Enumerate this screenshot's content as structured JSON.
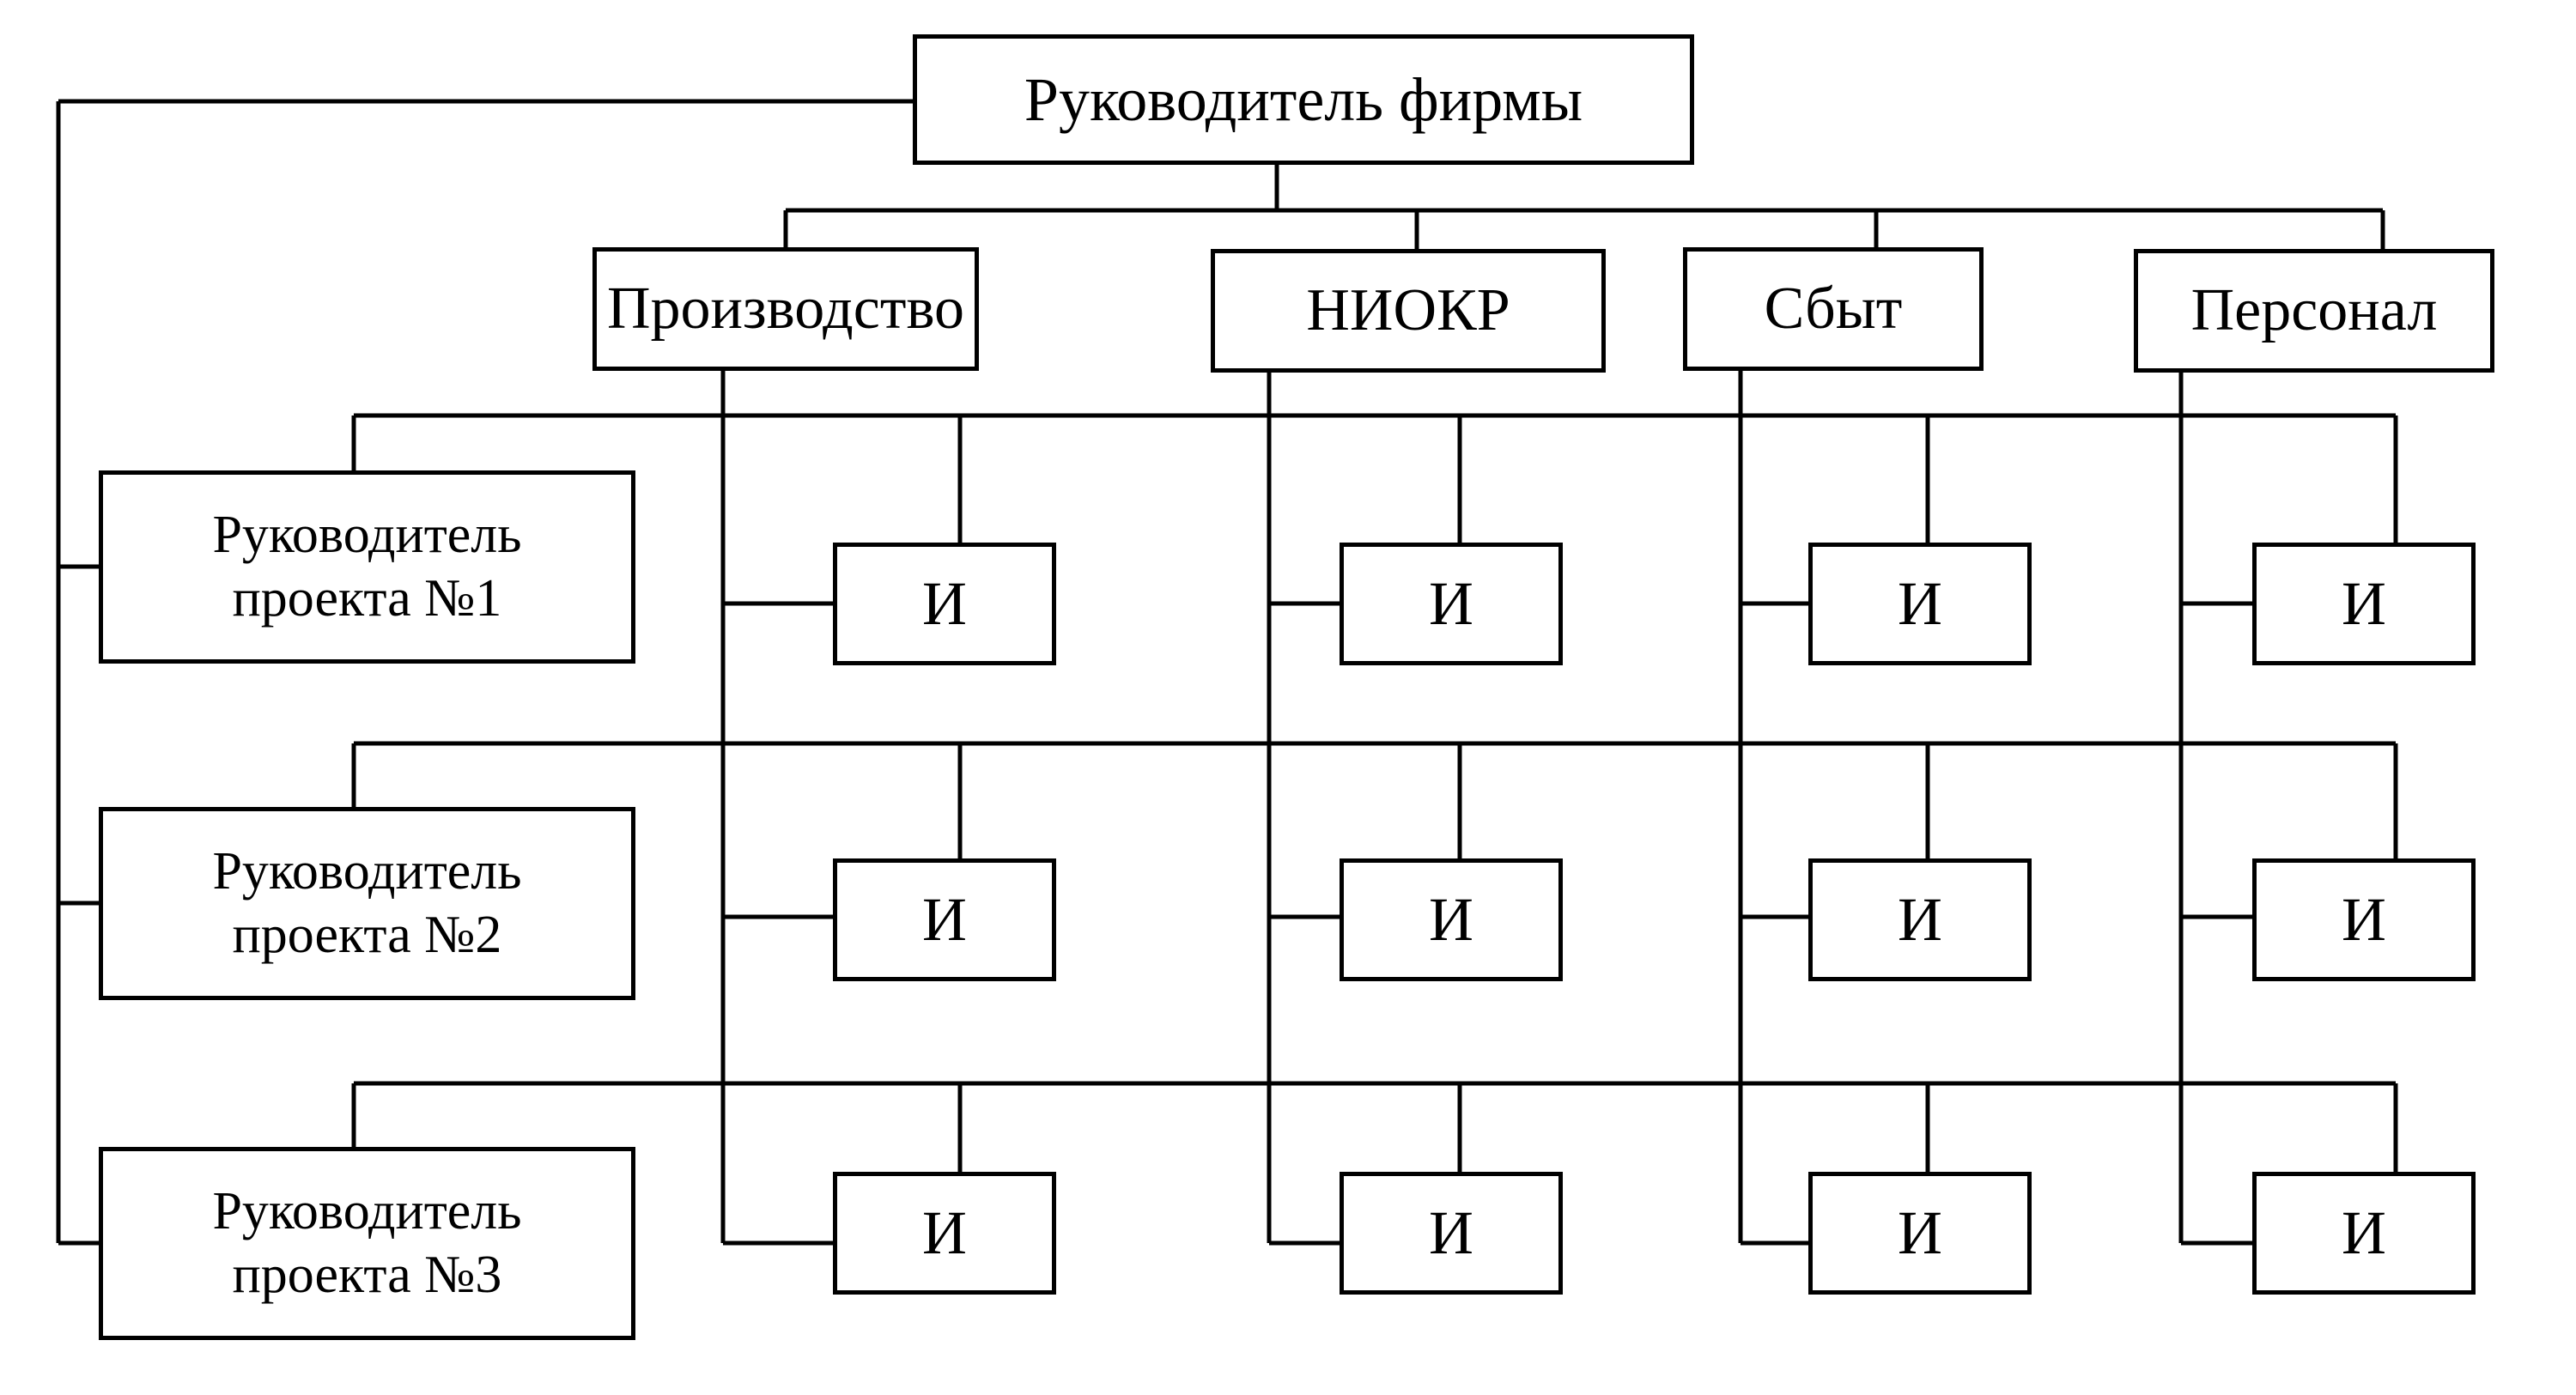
{
  "diagram": {
    "kind": "matrix-organizational-structure",
    "language": "ru",
    "background_color": "#ffffff",
    "line_color": "#000000",
    "box_fill_color": "#ffffff"
  },
  "executive": {
    "label": "Руководитель фирмы"
  },
  "departments": [
    {
      "label": "Производство"
    },
    {
      "label": "НИОКР"
    },
    {
      "label": "Сбыт"
    },
    {
      "label": "Персонал"
    }
  ],
  "projects": [
    {
      "label": "Руководитель\nпроекта №1"
    },
    {
      "label": "Руководитель\nпроекта №2"
    },
    {
      "label": "Руководитель\nпроекта №3"
    }
  ],
  "performer_label": "И",
  "performers": [
    {
      "project": "Руководитель проекта №1",
      "department": "Производство",
      "label": "И"
    },
    {
      "project": "Руководитель проекта №1",
      "department": "НИОКР",
      "label": "И"
    },
    {
      "project": "Руководитель проекта №1",
      "department": "Сбыт",
      "label": "И"
    },
    {
      "project": "Руководитель проекта №1",
      "department": "Персонал",
      "label": "И"
    },
    {
      "project": "Руководитель проекта №2",
      "department": "Производство",
      "label": "И"
    },
    {
      "project": "Руководитель проекта №2",
      "department": "НИОКР",
      "label": "И"
    },
    {
      "project": "Руководитель проекта №2",
      "department": "Сбыт",
      "label": "И"
    },
    {
      "project": "Руководитель проекта №2",
      "department": "Персонал",
      "label": "И"
    },
    {
      "project": "Руководитель проекта №3",
      "department": "Производство",
      "label": "И"
    },
    {
      "project": "Руководитель проекта №3",
      "department": "НИОКР",
      "label": "И"
    },
    {
      "project": "Руководитель проекта №3",
      "department": "Сбыт",
      "label": "И"
    },
    {
      "project": "Руководитель проекта №3",
      "department": "Персонал",
      "label": "И"
    }
  ]
}
